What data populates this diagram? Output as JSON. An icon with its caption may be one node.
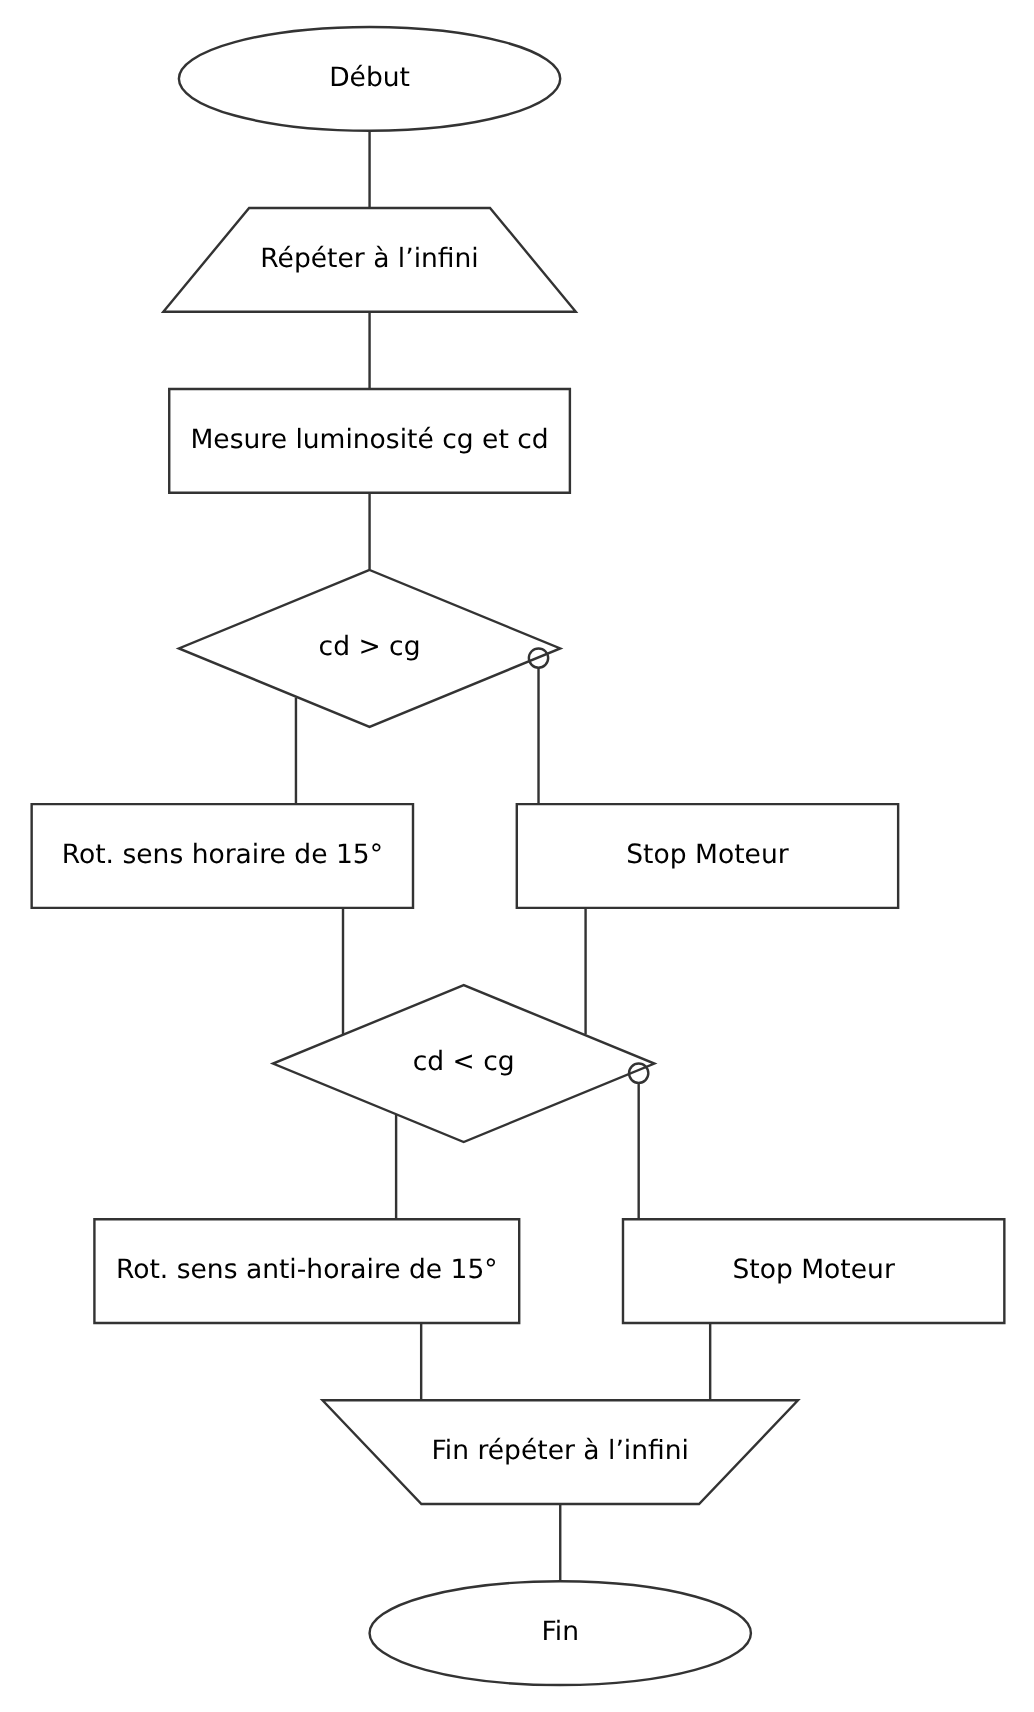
{
  "diagram": {
    "nodes": [
      {
        "text": [
          "Début"
        ]
      },
      {
        "text": [
          "Répéter à l’infini"
        ]
      },
      {
        "text": [
          "Mesure luminosité cg et cd"
        ]
      },
      {
        "text": [
          "cd > cg"
        ]
      },
      {
        "text": [
          "Rot. sens horaire de 15°"
        ]
      },
      {
        "text": [
          "Stop Moteur"
        ]
      },
      {
        "text": [
          "cd < cg"
        ]
      },
      {
        "text": [
          "Rot. sens anti-horaire de 15°"
        ]
      },
      {
        "text": [
          "Stop Moteur"
        ]
      },
      {
        "text": [
          "Fin répéter à l’infini"
        ]
      },
      {
        "text": [
          "Fin"
        ]
      }
    ],
    "edges": [
      {
        "from": 0,
        "to": 1,
        "arrow": "none"
      },
      {
        "from": 1,
        "to": 2,
        "arrow": "none"
      },
      {
        "from": 2,
        "to": 3,
        "arrow": "none"
      },
      {
        "from": 3,
        "to": 4,
        "arrow": "none"
      },
      {
        "from": 3,
        "to": 5,
        "arrow": "other"
      },
      {
        "from": 4,
        "to": 6,
        "arrow": "none"
      },
      {
        "from": 5,
        "to": 6,
        "arrow": "none"
      },
      {
        "from": 6,
        "to": 7,
        "arrow": "none"
      },
      {
        "from": 6,
        "to": 8,
        "arrow": "other"
      },
      {
        "from": 7,
        "to": 9,
        "arrow": "none"
      },
      {
        "from": 8,
        "to": 9,
        "arrow": "none"
      },
      {
        "from": 9,
        "to": 10,
        "arrow": "none"
      }
    ]
  }
}
